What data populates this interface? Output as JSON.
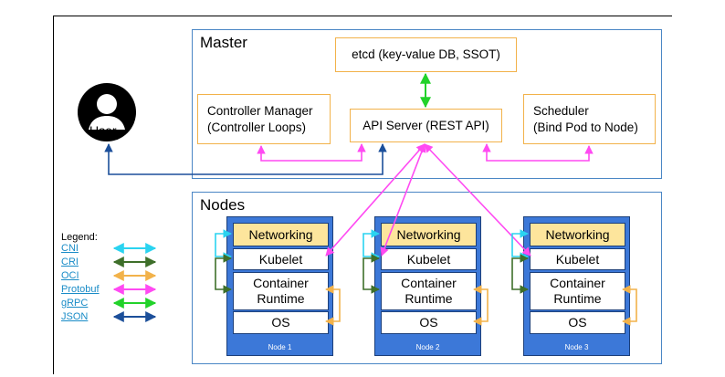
{
  "master": {
    "title": "Master",
    "etcd": "etcd (key-value DB, SSOT)",
    "controller_line1": "Controller Manager",
    "controller_line2": "(Controller Loops)",
    "api_server": "API Server (REST API)",
    "scheduler_line1": "Scheduler",
    "scheduler_line2": "(Bind Pod to Node)"
  },
  "user": {
    "label": "User"
  },
  "nodes": {
    "title": "Nodes",
    "items": [
      {
        "networking": "Networking",
        "kubelet": "Kubelet",
        "runtime_line1": "Container",
        "runtime_line2": "Runtime",
        "os": "OS",
        "label": "Node 1"
      },
      {
        "networking": "Networking",
        "kubelet": "Kubelet",
        "runtime_line1": "Container",
        "runtime_line2": "Runtime",
        "os": "OS",
        "label": "Node 2"
      },
      {
        "networking": "Networking",
        "kubelet": "Kubelet",
        "runtime_line1": "Container",
        "runtime_line2": "Runtime",
        "os": "OS",
        "label": "Node 3"
      }
    ]
  },
  "legend": {
    "title": "Legend:",
    "items": [
      {
        "label": "CNI",
        "color": "#2ad3f0"
      },
      {
        "label": "CRI",
        "color": "#3e6f2a"
      },
      {
        "label": "OCI",
        "color": "#f2b24a"
      },
      {
        "label": "Protobuf",
        "color": "#ff4af2"
      },
      {
        "label": "gRPC",
        "color": "#22d22a"
      },
      {
        "label": "JSON",
        "color": "#1c4f9a"
      }
    ]
  },
  "colors": {
    "section_border": "#4a86c5",
    "component_border": "#f2b24a",
    "node_fill": "#3c78d8",
    "networking_fill": "#fde59c"
  }
}
